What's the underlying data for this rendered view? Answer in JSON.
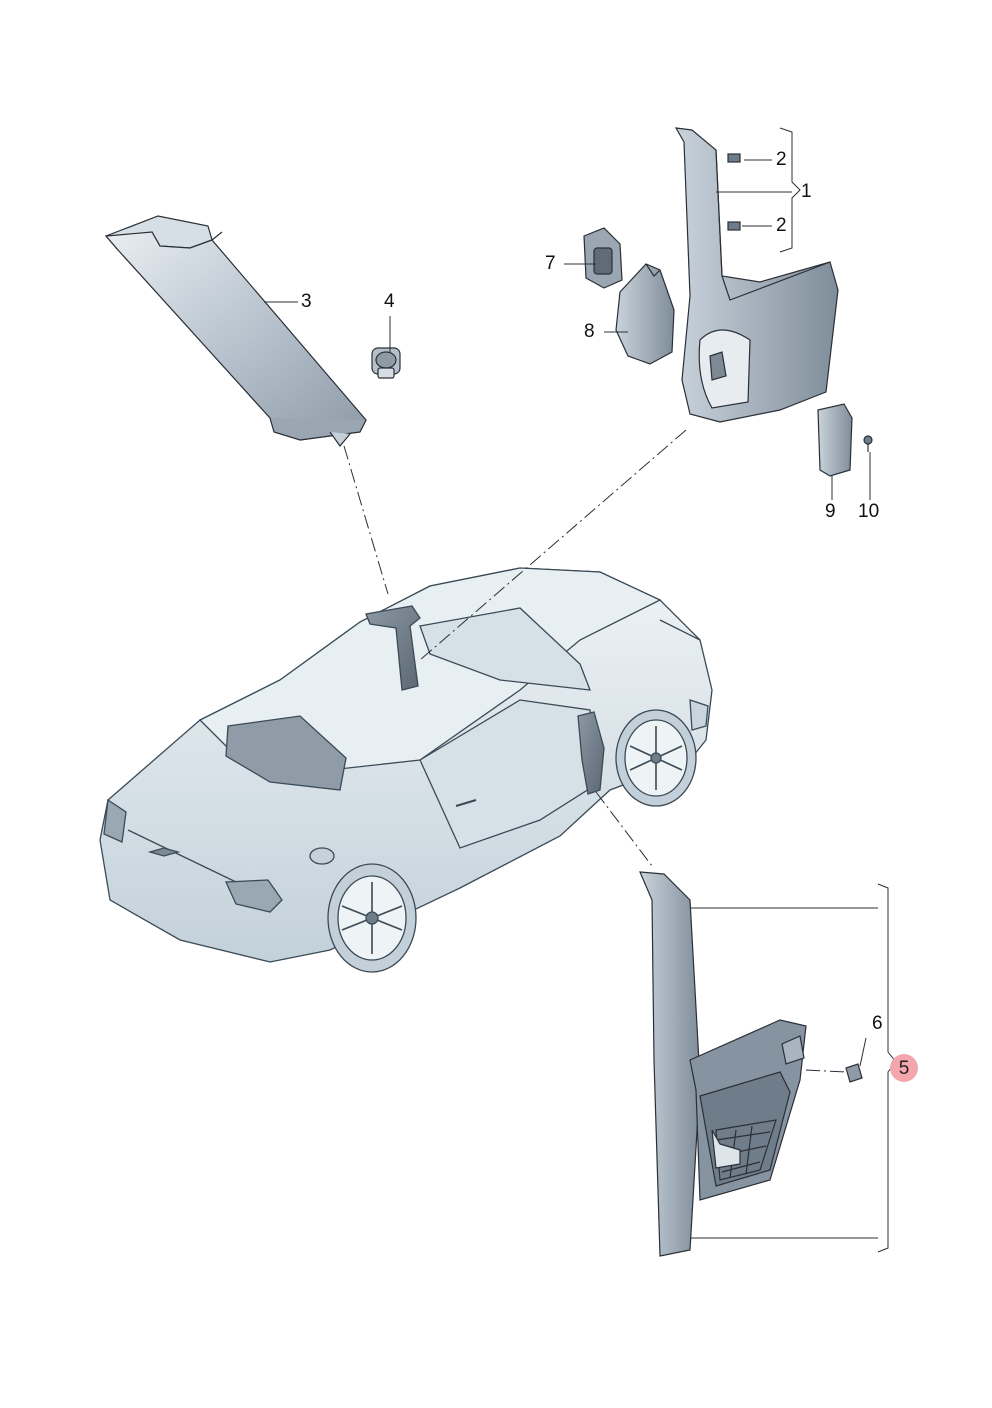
{
  "diagram": {
    "callouts": [
      {
        "id": "c1",
        "label": "1"
      },
      {
        "id": "c2a",
        "label": "2"
      },
      {
        "id": "c2b",
        "label": "2"
      },
      {
        "id": "c3",
        "label": "3"
      },
      {
        "id": "c4",
        "label": "4"
      },
      {
        "id": "c5",
        "label": "5",
        "highlight": true
      },
      {
        "id": "c6",
        "label": "6"
      },
      {
        "id": "c7",
        "label": "7"
      },
      {
        "id": "c8",
        "label": "8"
      },
      {
        "id": "c9",
        "label": "9"
      },
      {
        "id": "c10",
        "label": "10"
      }
    ],
    "colors": {
      "line": "#2b2f36",
      "part_fill": "#b7c3cf",
      "part_dark": "#6f7d8b",
      "car_fill": "#dfe8ee",
      "car_shade": "#b9c9d4",
      "highlight": "#f4a6ad"
    }
  }
}
